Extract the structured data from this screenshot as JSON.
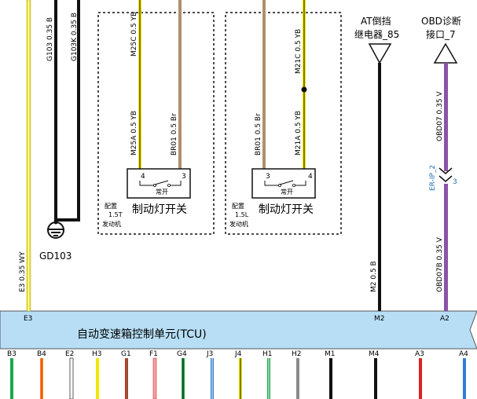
{
  "tcu": {
    "title": "自动变速箱控制单元(TCU)",
    "top_pins": [
      "E3",
      "M2",
      "A2"
    ],
    "bottom_pins": [
      "B3",
      "B4",
      "E2",
      "H3",
      "G1",
      "F1",
      "G4",
      "J3",
      "J4",
      "H1",
      "H2",
      "M1",
      "M4",
      "A3",
      "A4"
    ]
  },
  "left_wires": {
    "g103_label": "G103 0.35 B",
    "g103k_label": "G103K 0.35 B",
    "e3_label": "E3 0.35 WY",
    "ground_label": "GD103"
  },
  "switch_1t5": {
    "top_wire_yb": "M25C 0.5 YB",
    "lower_wire_yb": "M25A 0.5 YB",
    "lower_wire_br": "BR01 0.5 Br",
    "pin_left": "4",
    "pin_right": "3",
    "contact_label": "常开",
    "name": "制动灯开关",
    "config_line1": "配置",
    "config_line2": "1.5T",
    "config_line3": "发动机"
  },
  "switch_1l5": {
    "top_wire_yb": "M21C 0.5 YB",
    "lower_wire_br": "BR01 0.5 Br",
    "lower_wire_yb": "M21A 0.5 YB",
    "pin_left": "3",
    "pin_right": "4",
    "contact_label": "常开",
    "name": "制动灯开关",
    "config_line1": "配置",
    "config_line2": "1.5L",
    "config_line3": "发动机"
  },
  "at_relay": {
    "line1": "AT倒挡",
    "line2": "继电器_85",
    "wire_label": "M2 0.5 B"
  },
  "obd": {
    "line1": "OBD诊断",
    "line2": "接口_7",
    "wire_upper": "OBD07 0.35 V",
    "wire_lower": "OBD07B 0.35 V",
    "connector_label": "ER-IP_2",
    "connector_pin": "3"
  },
  "colors": {
    "yellow": "#f2e600",
    "brown": "#b08f68",
    "black": "#111111",
    "violet": "#8a53a8",
    "tcu_fill": "#b7def5",
    "green": "#1aa84a",
    "red": "#e02020",
    "blue": "#2f7fd1",
    "gray": "#8a8a8a"
  }
}
